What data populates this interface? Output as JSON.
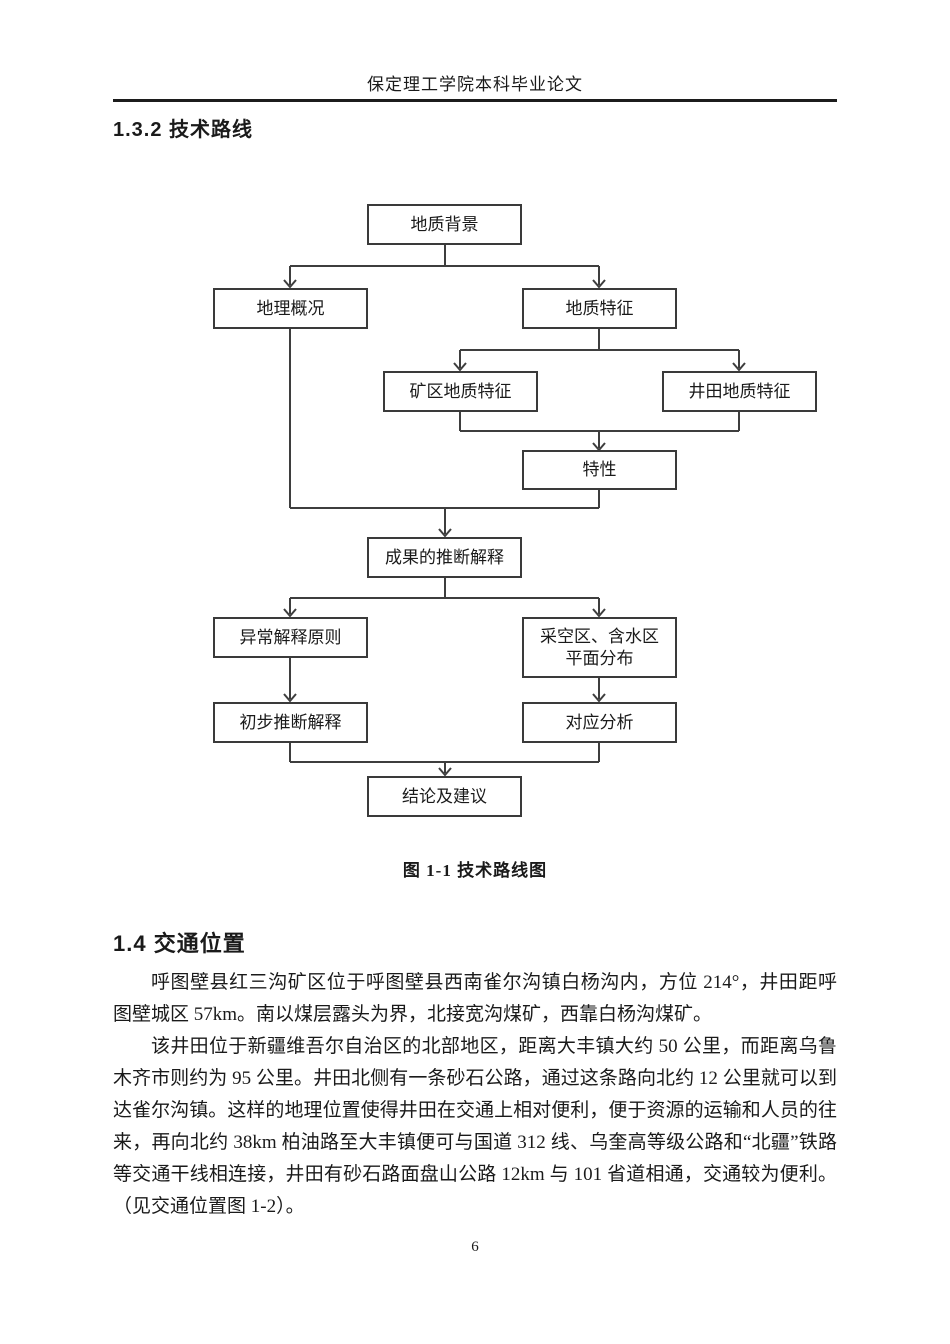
{
  "page": {
    "header": "保定理工学院本科毕业论文",
    "page_number": "6"
  },
  "colors": {
    "background": "#ffffff",
    "text": "#1a1a1a",
    "box_border": "#3a3a3a",
    "connector": "#3e3e3e"
  },
  "section_132": {
    "heading": "1.3.2 技术路线"
  },
  "flowchart": {
    "caption": "图 1-1 技术路线图",
    "nodes": [
      {
        "id": "geological-background",
        "label": "地质背景"
      },
      {
        "id": "geographic-overview",
        "label": "地理概况"
      },
      {
        "id": "geological-features",
        "label": "地质特征"
      },
      {
        "id": "mining-area-geology",
        "label": "矿区地质特征"
      },
      {
        "id": "well-field-geology",
        "label": "井田地质特征"
      },
      {
        "id": "characteristics",
        "label": "特性"
      },
      {
        "id": "result-inference-interpretation",
        "label": "成果的推断解释"
      },
      {
        "id": "anomaly-interpretation-principles",
        "label": "异常解释原则"
      },
      {
        "id": "goaf-water-area-plan-distribution",
        "label": "采空区、含水区\n平面分布"
      },
      {
        "id": "preliminary-inference-interpretation",
        "label": "初步推断解释"
      },
      {
        "id": "correspondence-analysis",
        "label": "对应分析"
      },
      {
        "id": "conclusions-suggestions",
        "label": "结论及建议"
      }
    ],
    "edges": [
      {
        "from": "地质背景",
        "to": "地理概况"
      },
      {
        "from": "地质背景",
        "to": "地质特征"
      },
      {
        "from": "地质特征",
        "to": "矿区地质特征"
      },
      {
        "from": "地质特征",
        "to": "井田地质特征"
      },
      {
        "from": "矿区地质特征",
        "to": "特性"
      },
      {
        "from": "井田地质特征",
        "to": "特性"
      },
      {
        "from": "地理概况",
        "to": "成果的推断解释"
      },
      {
        "from": "特性",
        "to": "成果的推断解释"
      },
      {
        "from": "成果的推断解释",
        "to": "异常解释原则"
      },
      {
        "from": "成果的推断解释",
        "to": "采空区、含水区平面分布"
      },
      {
        "from": "异常解释原则",
        "to": "初步推断解释"
      },
      {
        "from": "采空区、含水区平面分布",
        "to": "对应分析"
      },
      {
        "from": "初步推断解释",
        "to": "结论及建议"
      },
      {
        "from": "对应分析",
        "to": "结论及建议"
      }
    ]
  },
  "section_14": {
    "heading": "1.4 交通位置",
    "paragraph_1": "呼图壁县红三沟矿区位于呼图壁县西南雀尔沟镇白杨沟内，方位 214°，井田距呼图壁城区 57km。南以煤层露头为界，北接宽沟煤矿，西靠白杨沟煤矿。",
    "paragraph_2": "该井田位于新疆维吾尔自治区的北部地区，距离大丰镇大约 50 公里，而距离乌鲁木齐市则约为 95 公里。井田北侧有一条砂石公路，通过这条路向北约 12 公里就可以到达雀尔沟镇。这样的地理位置使得井田在交通上相对便利，便于资源的运输和人员的往来，再向北约 38km 柏油路至大丰镇便可与国道 312 线、乌奎高等级公路和“北疆”铁路等交通干线相连接，井田有砂石路面盘山公路 12km 与 101 省道相通，交通较为便利。（见交通位置图 1-2）。"
  }
}
